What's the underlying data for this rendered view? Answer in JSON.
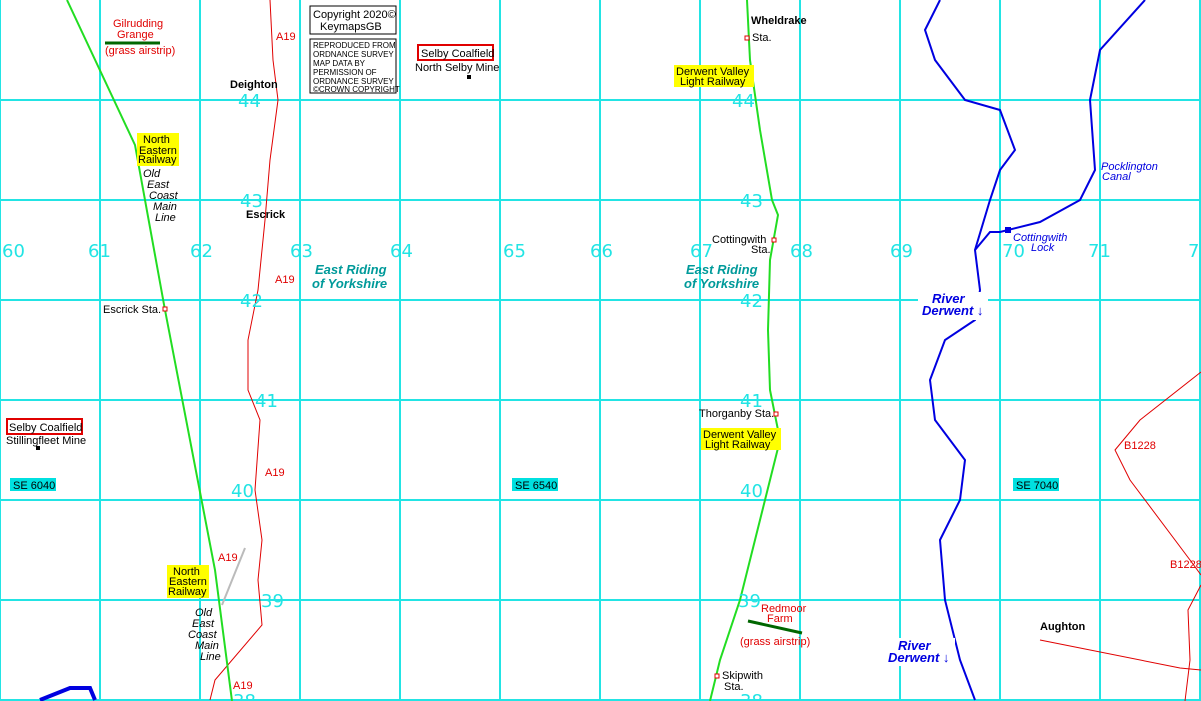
{
  "colors": {
    "grid": "#22e4e4",
    "railway": "#22dd22",
    "road": "#e00000",
    "river": "#0000e0",
    "label_bg": "#ffff00",
    "ref_bg": "#00e0e0"
  },
  "grid": {
    "eastings": [
      "60",
      "61",
      "62",
      "63",
      "64",
      "65",
      "66",
      "67",
      "68",
      "69",
      "70",
      "71",
      "7"
    ],
    "northings_left": [
      "44",
      "43",
      "42",
      "41",
      "40",
      "39",
      "38"
    ],
    "northings_right": [
      "44",
      "43",
      "42",
      "41",
      "40",
      "39",
      "38"
    ]
  },
  "copyright": {
    "line1": "Copyright 2020©",
    "line2": "KeymapsGB",
    "notice": [
      "REPRODUCED FROM",
      "ORDNANCE SURVEY",
      "MAP DATA BY",
      "PERMISSION OF",
      "ORDNANCE SURVEY",
      "©CROWN COPYRIGHT"
    ]
  },
  "places": {
    "gilrudding": [
      "Gilrudding",
      "Grange"
    ],
    "airstrip": "(grass airstrip)",
    "deighton": "Deighton",
    "escrick": "Escrick",
    "escrick_sta": "Escrick Sta.",
    "wheldrake": "Wheldrake",
    "wheldrake_sta": "Sta.",
    "cottingwith_sta": [
      "Cottingwith",
      "Sta."
    ],
    "thorganby_sta": "Thorganby Sta.",
    "redmoor": [
      "Redmoor",
      "Farm"
    ],
    "skipwith_sta": [
      "Skipwith",
      "Sta."
    ],
    "aughton": "Aughton",
    "stillingfleet": "Stillingfleet Mine",
    "north_selby": "North Selby Mine"
  },
  "coalfield": "Selby Coalfield",
  "railways": {
    "ner": [
      "North",
      "Eastern",
      "Railway"
    ],
    "oecml": [
      "Old",
      "East",
      "Coast",
      "Main",
      "Line"
    ],
    "dvlr": [
      "Derwent Valley",
      "Light Railway"
    ]
  },
  "roads": {
    "a19": "A19",
    "b1228": "B1228"
  },
  "county": [
    "East Riding",
    "of Yorkshire"
  ],
  "water": {
    "river": [
      "River",
      "Derwent ↓"
    ],
    "canal": [
      "Pocklington",
      "Canal"
    ],
    "lock": [
      "Cottingwith",
      "Lock"
    ]
  },
  "grid_refs": [
    "SE 6040",
    "SE 6540",
    "SE 7040"
  ]
}
